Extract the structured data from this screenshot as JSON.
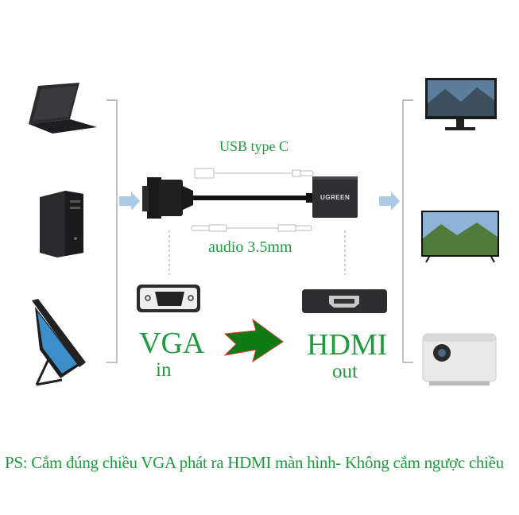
{
  "labels": {
    "usb": "USB type C",
    "audio": "audio 3.5mm",
    "vga": "VGA",
    "vga_sub": "in",
    "hdmi": "HDMI",
    "hdmi_sub": "out",
    "brand": "UGREEN"
  },
  "note": "PS: Cắm đúng chiều VGA phát ra HDMI màn hình- Không cắm ngược  chiều",
  "sources": [
    "laptop",
    "desktop-pc",
    "touchscreen-monitor"
  ],
  "displays": [
    "monitor",
    "tv",
    "projector"
  ],
  "colors": {
    "text_green": "#1f9a3f",
    "arrow_green": "#0d7a12",
    "arrow_blue": "#a9cbe8"
  }
}
